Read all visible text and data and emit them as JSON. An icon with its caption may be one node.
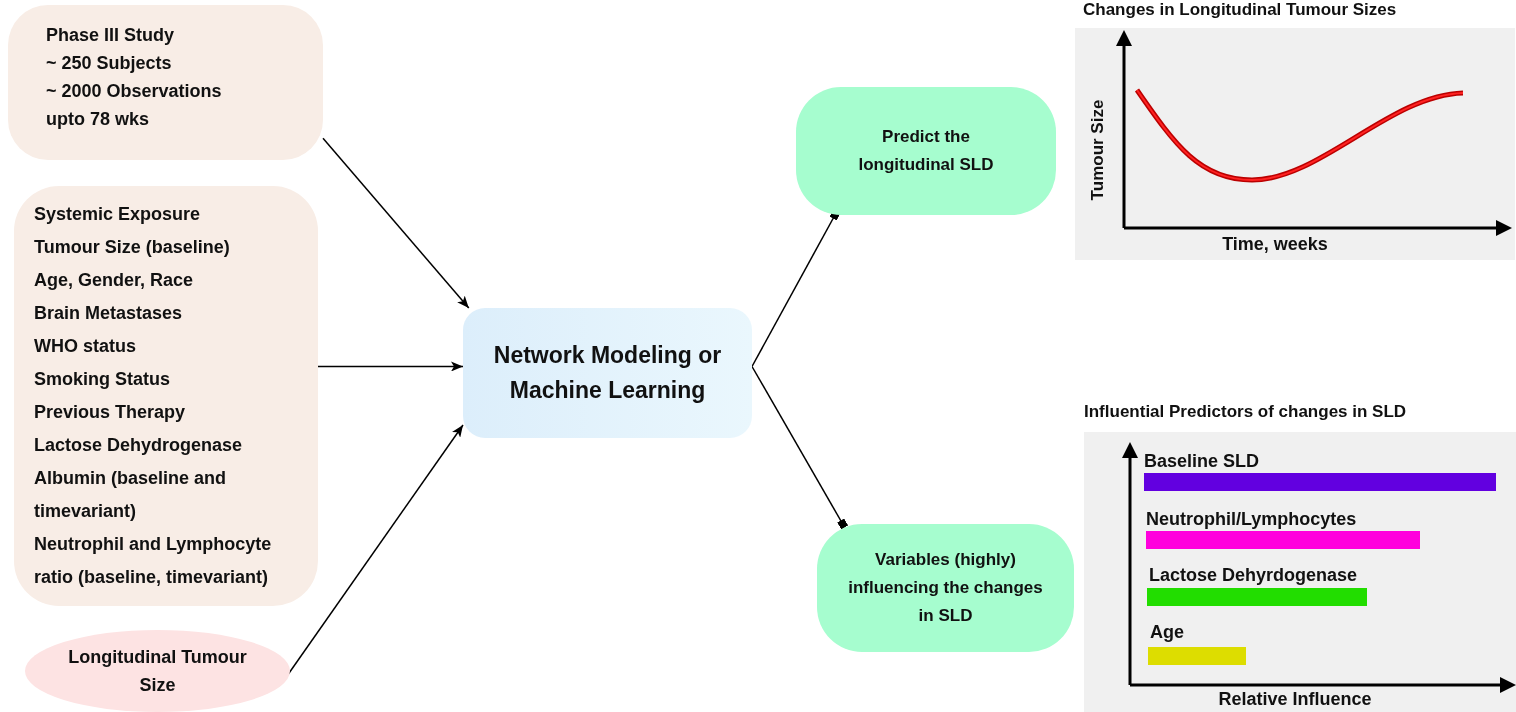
{
  "diagram": {
    "nodes": [
      {
        "text": [
          "Phase III Study",
          "~ 250 Subjects",
          "~ 2000 Observations",
          "upto 78 wks"
        ]
      },
      {
        "text": [
          "Systemic Exposure",
          "Tumour Size (baseline)",
          "Age, Gender, Race",
          "Brain Metastases",
          "WHO status",
          "Smoking Status",
          "Previous Therapy",
          "Lactose Dehydrogenase",
          "Albumin (baseline and timevariant)",
          "Neutrophil and Lymphocyte ratio (baseline, timevariant)"
        ]
      },
      {
        "text": [
          "Longitudinal Tumour Size"
        ]
      },
      {
        "text": [
          "Network Modeling or Machine Learning"
        ]
      },
      {
        "text": [
          "Predict the longitudinal SLD"
        ]
      },
      {
        "text": [
          "Variables (highly) influencing the changes in SLD"
        ]
      }
    ],
    "edges": [
      {
        "from": 0,
        "to": 3,
        "arrow": "to"
      },
      {
        "from": 1,
        "to": 3,
        "arrow": "to"
      },
      {
        "from": 2,
        "to": 3,
        "arrow": "to"
      },
      {
        "from": 3,
        "to": 4,
        "arrow": "other"
      },
      {
        "from": 3,
        "to": 5,
        "arrow": "other"
      }
    ],
    "labels": [
      "Changes in Longitudinal Tumour Sizes",
      "Tumour Size",
      "Time, weeks",
      "Influential Predictors of changes in SLD",
      "Baseline SLD",
      "Neutrophil/Lymphocytes",
      "Lactose Dehyrdogenase",
      "Age",
      "Relative Influence"
    ]
  }
}
